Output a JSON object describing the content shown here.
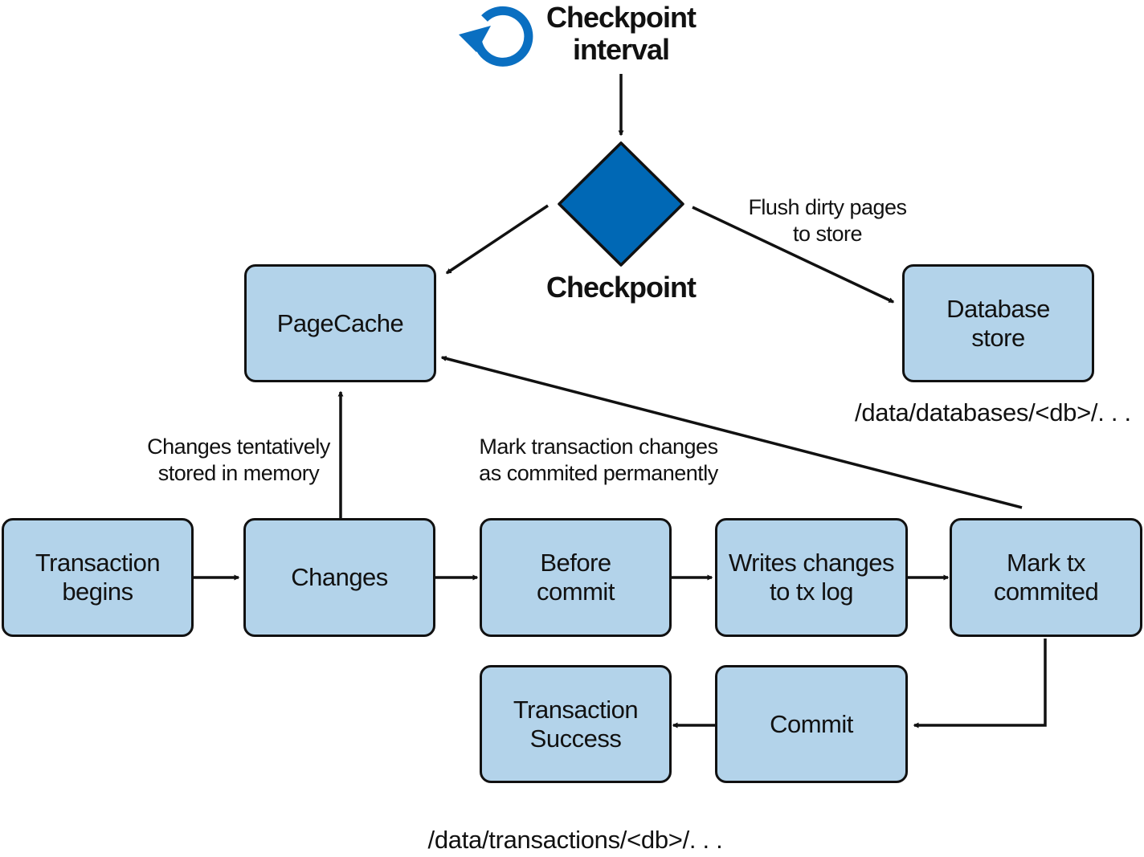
{
  "header": {
    "interval_title": "Checkpoint\ninterval",
    "interval_icon": "refresh-cycle-icon"
  },
  "checkpoint": {
    "label": "Checkpoint"
  },
  "nodes": {
    "pagecache": "PageCache",
    "database_store": "Database\nstore",
    "transaction_begins": "Transaction\nbegins",
    "changes": "Changes",
    "before_commit": "Before\ncommit",
    "writes_changes": "Writes changes\nto tx log",
    "mark_tx": "Mark tx\ncommited",
    "commit": "Commit",
    "transaction_success": "Transaction\nSuccess"
  },
  "edge_labels": {
    "flush": "Flush dirty pages\nto store",
    "changes_memory": "Changes tentatively\nstored in memory",
    "mark_permanent": "Mark transaction changes\nas commited permanently"
  },
  "paths": {
    "database": "/data/databases/<db>/. . .",
    "transactions": "/data/transactions/<db>/. . ."
  },
  "colors": {
    "box_fill": "#b3d3ea",
    "diamond_fill": "#0068b5",
    "icon": "#0a6fc1",
    "stroke": "#111111"
  }
}
